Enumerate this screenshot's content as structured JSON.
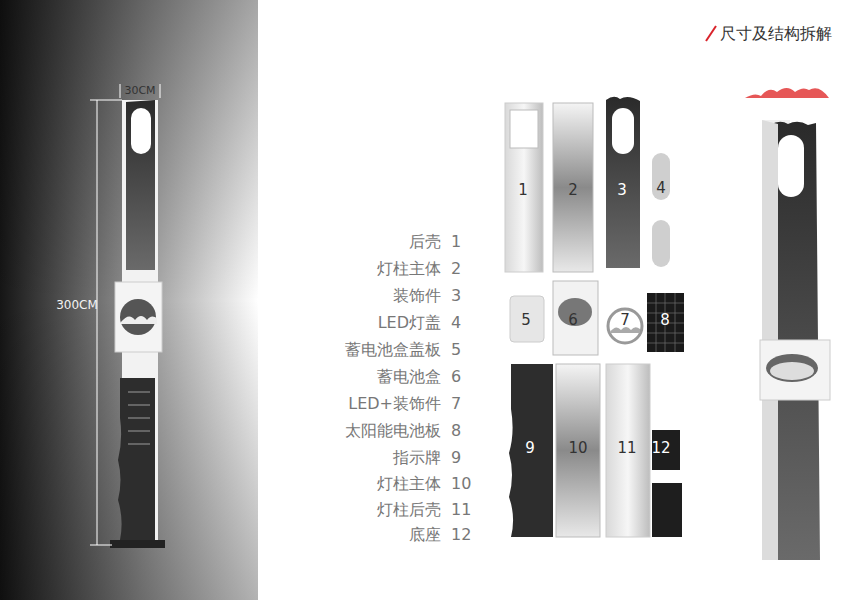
{
  "diagram": {
    "title": "尺寸及结构拆解",
    "labels": [
      "30CM",
      "300CM",
      "后壳",
      "1",
      "灯柱主体",
      "2",
      "装饰件",
      "3",
      "LED灯盖",
      "4",
      "蓄电池盒盖板",
      "5",
      "蓄电池盒",
      "6",
      "LED+装饰件",
      "7",
      "太阳能电池板",
      "8",
      "指示牌",
      "9",
      "灯柱主体",
      "10",
      "灯柱后壳",
      "11",
      "底座",
      "12",
      "1",
      "2",
      "3",
      "4",
      "5",
      "6",
      "7",
      "8",
      "9",
      "10",
      "11",
      "12"
    ]
  }
}
